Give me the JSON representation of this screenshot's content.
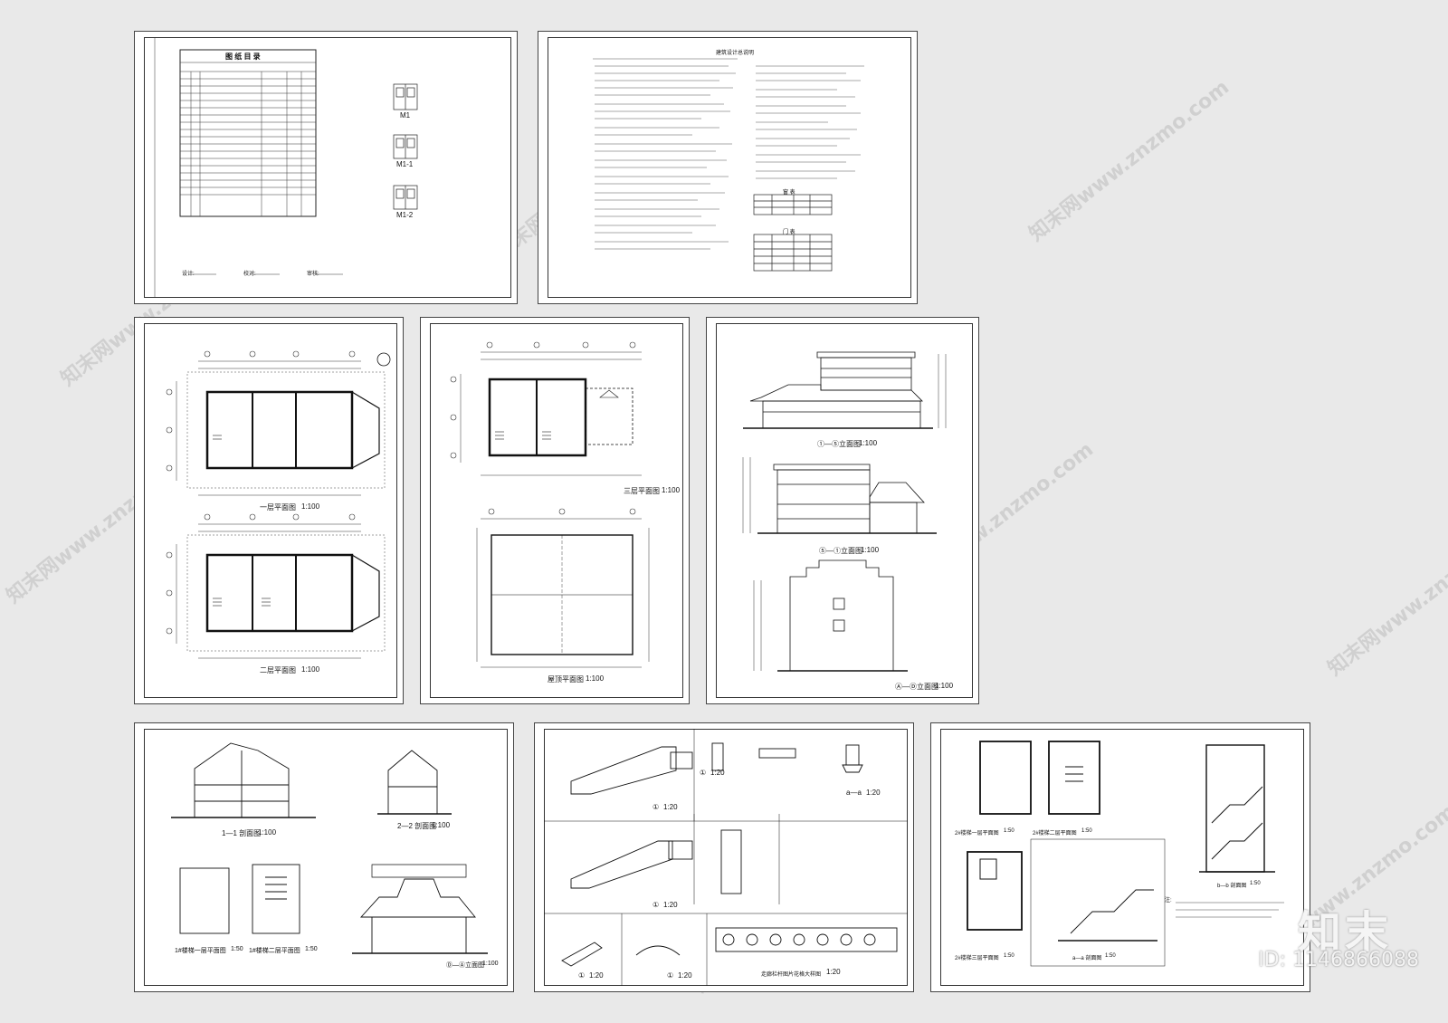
{
  "watermark": {
    "text": "知末网www.znzmo.com"
  },
  "brand": {
    "logo": "知末",
    "id_label": "ID: 1146866088"
  },
  "sheet1": {
    "title": "图 纸 目 录",
    "sign_design": "设计:",
    "sign_check": "校对:",
    "sign_review": "审核:",
    "door_labels": [
      "M1",
      "M1-1",
      "M1-2"
    ]
  },
  "sheet2": {
    "title": "建筑设计总说明",
    "table_window": "窗 表",
    "table_door": "门 表"
  },
  "sheet3": {
    "plan1": "一层平面图",
    "plan2": "二层平面图",
    "scale": "1:100"
  },
  "sheet4": {
    "plan3": "三层平面图",
    "roof": "屋顶平面图",
    "scale": "1:100"
  },
  "sheet5": {
    "elev1": "①—⑤立面图",
    "elev2": "⑤—①立面图",
    "elev3": "Ⓐ—Ⓓ立面图",
    "scale": "1:100"
  },
  "sheet6": {
    "sec1": "1—1 剖面图",
    "sec2": "2—2 剖面图",
    "stair1": "1#楼梯一层平面图",
    "stair2": "1#楼梯二层平面图",
    "elev": "Ⓓ—Ⓐ立面图",
    "scale100": "1:100",
    "scale50": "1:50"
  },
  "sheet7": {
    "detail_scale": "1:20",
    "d1": "①",
    "aa": "a—a",
    "rail": "走廊栏杆图片花格大样图"
  },
  "sheet8": {
    "s1": "2#楼梯一层平面图",
    "s2": "2#楼梯二层平面图",
    "s3": "2#楼梯三层平面图",
    "aa": "a—a 剖面图",
    "bb": "b—b 剖面图",
    "scale": "1:50",
    "note": "注:"
  }
}
